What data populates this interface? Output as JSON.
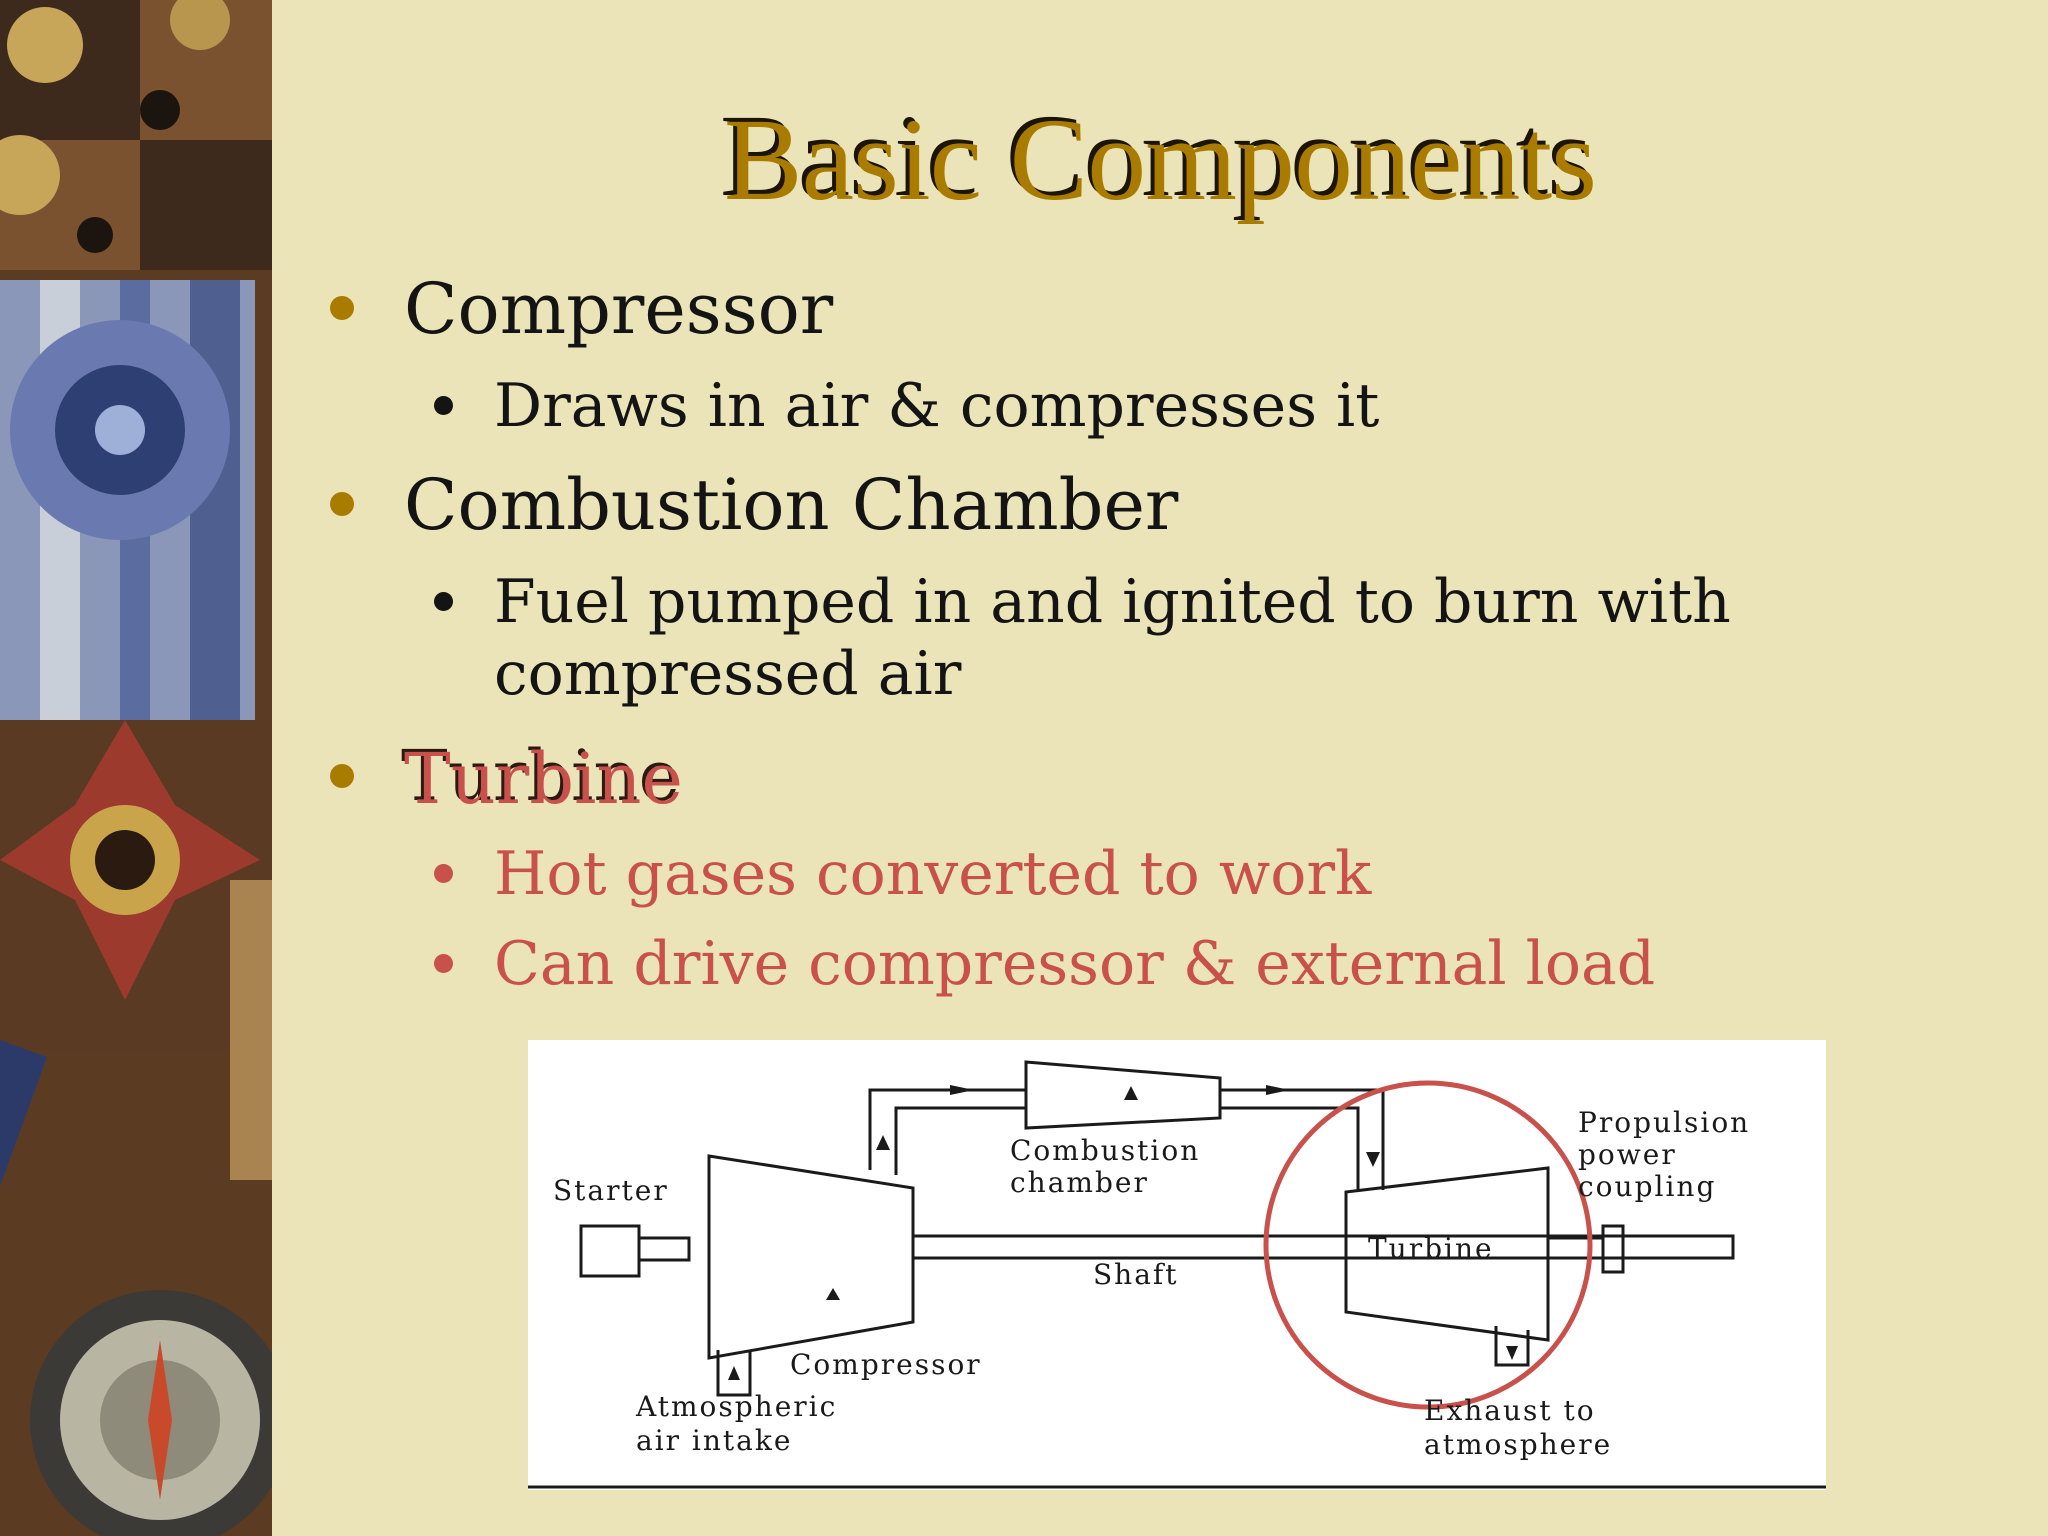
{
  "slide": {
    "title": "Basic Components",
    "bullets": [
      {
        "text": "Compressor",
        "sub": [
          "Draws in air & compresses it"
        ]
      },
      {
        "text": "Combustion Chamber",
        "sub": [
          "Fuel pumped in and ignited to burn with compressed air"
        ]
      },
      {
        "text": "Turbine",
        "sub": [
          "Hot gases converted to work",
          "Can drive compressor & external load"
        ]
      }
    ]
  },
  "diagram": {
    "labels": {
      "starter": "Starter",
      "combustion_1": "Combustion",
      "combustion_2": "chamber",
      "shaft": "Shaft",
      "turbine": "Turbine",
      "propulsion_1": "Propulsion",
      "propulsion_2": "power",
      "propulsion_3": "coupling",
      "compressor": "Compressor",
      "intake_1": "Atmospheric",
      "intake_2": "air intake",
      "exhaust_1": "Exhaust to",
      "exhaust_2": "atmosphere"
    }
  },
  "colors": {
    "background": "#ebe4b8",
    "title": "#a97c00",
    "bullet": "#a97c00",
    "text": "#141414",
    "highlight": "#c8514c"
  }
}
